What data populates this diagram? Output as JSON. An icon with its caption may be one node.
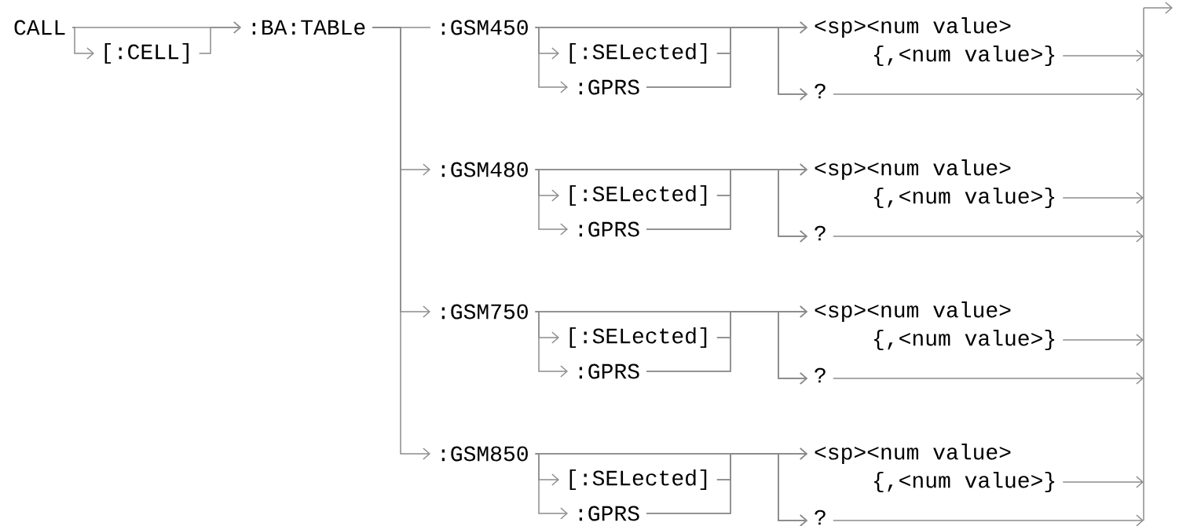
{
  "diagram": {
    "nodes": [
      {
        "text": [
          "CALL"
        ]
      },
      {
        "text": [
          "[:CELL]"
        ]
      },
      {
        "text": [
          ":BA:TABLe"
        ]
      },
      {
        "text": [
          ":GSM450"
        ]
      },
      {
        "text": [
          "[:SELected]"
        ]
      },
      {
        "text": [
          ":GPRS"
        ]
      },
      {
        "text": [
          "<sp><num value>",
          "{,<num value>}"
        ]
      },
      {
        "text": [
          "?"
        ]
      },
      {
        "text": [
          ":GSM480"
        ]
      },
      {
        "text": [
          "[:SELected]"
        ]
      },
      {
        "text": [
          ":GPRS"
        ]
      },
      {
        "text": [
          "<sp><num value>",
          "{,<num value>}"
        ]
      },
      {
        "text": [
          "?"
        ]
      },
      {
        "text": [
          ":GSM750"
        ]
      },
      {
        "text": [
          "[:SELected]"
        ]
      },
      {
        "text": [
          ":GPRS"
        ]
      },
      {
        "text": [
          "<sp><num value>",
          "{,<num value>}"
        ]
      },
      {
        "text": [
          "?"
        ]
      },
      {
        "text": [
          ":GSM850"
        ]
      },
      {
        "text": [
          "[:SELected]"
        ]
      },
      {
        "text": [
          ":GPRS"
        ]
      },
      {
        "text": [
          "<sp><num value>",
          "{,<num value>}"
        ]
      },
      {
        "text": [
          "?"
        ]
      },
      {
        "text": [],
        "shape": "bar"
      }
    ],
    "edges": [
      {
        "from": 0,
        "to": 2,
        "arrow": "to"
      },
      {
        "from": 0,
        "to": 1,
        "arrow": "to"
      },
      {
        "from": 1,
        "to": 2,
        "arrow": "to"
      },
      {
        "from": 2,
        "to": 3,
        "arrow": "none"
      },
      {
        "from": 2,
        "to": 8,
        "arrow": "to"
      },
      {
        "from": 2,
        "to": 13,
        "arrow": "to"
      },
      {
        "from": 2,
        "to": 18,
        "arrow": "to"
      },
      {
        "from": 3,
        "to": 4,
        "arrow": "to"
      },
      {
        "from": 3,
        "to": 5,
        "arrow": "to"
      },
      {
        "from": 3,
        "to": 6,
        "arrow": "to"
      },
      {
        "from": 3,
        "to": 7,
        "arrow": "to"
      },
      {
        "from": 4,
        "to": 6,
        "arrow": "to"
      },
      {
        "from": 4,
        "to": 7,
        "arrow": "to"
      },
      {
        "from": 5,
        "to": 6,
        "arrow": "to"
      },
      {
        "from": 5,
        "to": 7,
        "arrow": "to"
      },
      {
        "from": 6,
        "to": 23,
        "arrow": "to"
      },
      {
        "from": 7,
        "to": 23,
        "arrow": "to"
      },
      {
        "from": 8,
        "to": 9,
        "arrow": "to"
      },
      {
        "from": 8,
        "to": 10,
        "arrow": "to"
      },
      {
        "from": 8,
        "to": 11,
        "arrow": "to"
      },
      {
        "from": 8,
        "to": 12,
        "arrow": "to"
      },
      {
        "from": 9,
        "to": 11,
        "arrow": "to"
      },
      {
        "from": 9,
        "to": 12,
        "arrow": "to"
      },
      {
        "from": 10,
        "to": 11,
        "arrow": "to"
      },
      {
        "from": 10,
        "to": 12,
        "arrow": "to"
      },
      {
        "from": 11,
        "to": 23,
        "arrow": "to"
      },
      {
        "from": 12,
        "to": 23,
        "arrow": "to"
      },
      {
        "from": 13,
        "to": 14,
        "arrow": "to"
      },
      {
        "from": 13,
        "to": 15,
        "arrow": "to"
      },
      {
        "from": 13,
        "to": 16,
        "arrow": "to"
      },
      {
        "from": 13,
        "to": 17,
        "arrow": "to"
      },
      {
        "from": 14,
        "to": 16,
        "arrow": "to"
      },
      {
        "from": 14,
        "to": 17,
        "arrow": "to"
      },
      {
        "from": 15,
        "to": 16,
        "arrow": "to"
      },
      {
        "from": 15,
        "to": 17,
        "arrow": "to"
      },
      {
        "from": 16,
        "to": 23,
        "arrow": "to"
      },
      {
        "from": 17,
        "to": 23,
        "arrow": "to"
      },
      {
        "from": 18,
        "to": 19,
        "arrow": "to"
      },
      {
        "from": 18,
        "to": 20,
        "arrow": "to"
      },
      {
        "from": 18,
        "to": 21,
        "arrow": "to"
      },
      {
        "from": 18,
        "to": 22,
        "arrow": "to"
      },
      {
        "from": 19,
        "to": 21,
        "arrow": "to"
      },
      {
        "from": 19,
        "to": 22,
        "arrow": "to"
      },
      {
        "from": 20,
        "to": 21,
        "arrow": "to"
      },
      {
        "from": 20,
        "to": 22,
        "arrow": "to"
      },
      {
        "from": 21,
        "to": 23,
        "arrow": "to"
      },
      {
        "from": 22,
        "to": 23,
        "arrow": "to"
      },
      {
        "from": 23,
        "to": null,
        "arrow": "to"
      }
    ]
  }
}
